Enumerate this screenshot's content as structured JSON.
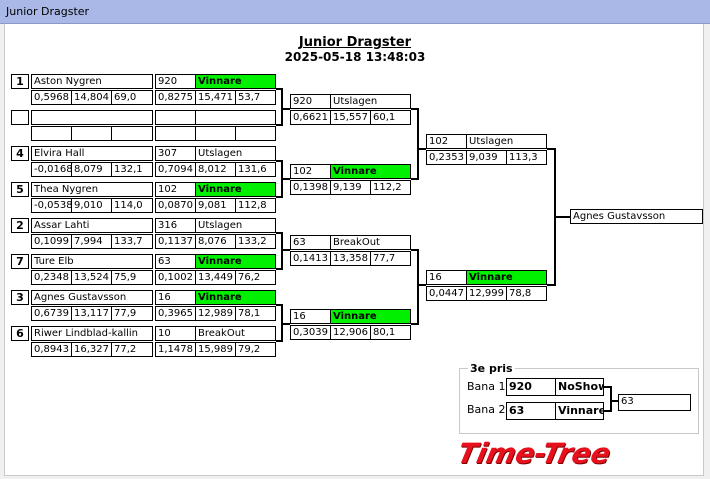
{
  "window": {
    "title": "Junior Dragster"
  },
  "event": {
    "title": "Junior Dragster",
    "datetime": "2025-05-18 13:48:03"
  },
  "round1": [
    {
      "seed": "1",
      "name": "Aston Nygren",
      "rt": "0,5968",
      "et": "14,804",
      "speed": "69,0",
      "bib": "920",
      "status": "Vinnare",
      "c1": "0,8275",
      "c2": "15,471",
      "c3": "53,7"
    },
    {
      "seed": "",
      "name": "",
      "rt": "",
      "et": "",
      "speed": "",
      "bib": "",
      "status": "",
      "c1": "",
      "c2": "",
      "c3": ""
    },
    {
      "seed": "4",
      "name": "Elvira Hall",
      "rt": "-0,0168",
      "et": "8,079",
      "speed": "132,1",
      "bib": "307",
      "status": "Utslagen",
      "c1": "0,7094",
      "c2": "8,012",
      "c3": "131,6"
    },
    {
      "seed": "5",
      "name": "Thea Nygren",
      "rt": "-0,0538",
      "et": "9,010",
      "speed": "114,0",
      "bib": "102",
      "status": "Vinnare",
      "c1": "0,0870",
      "c2": "9,081",
      "c3": "112,8"
    },
    {
      "seed": "2",
      "name": "Assar Lahti",
      "rt": "0,1099",
      "et": "7,994",
      "speed": "133,7",
      "bib": "316",
      "status": "Utslagen",
      "c1": "0,1137",
      "c2": "8,076",
      "c3": "133,2"
    },
    {
      "seed": "7",
      "name": "Ture Elb",
      "rt": "0,2348",
      "et": "13,524",
      "speed": "75,9",
      "bib": "63",
      "status": "Vinnare",
      "c1": "0,1002",
      "c2": "13,449",
      "c3": "76,2"
    },
    {
      "seed": "3",
      "name": "Agnes Gustavsson",
      "rt": "0,6739",
      "et": "13,117",
      "speed": "77,9",
      "bib": "16",
      "status": "Vinnare",
      "c1": "0,3965",
      "c2": "12,989",
      "c3": "78,1"
    },
    {
      "seed": "6",
      "name": "Riwer Lindblad-kallin",
      "rt": "0,8943",
      "et": "16,327",
      "speed": "77,2",
      "bib": "10",
      "status": "BreakOut",
      "c1": "1,1478",
      "c2": "15,989",
      "c3": "79,2"
    }
  ],
  "round2": [
    {
      "bib": "920",
      "status": "Utslagen",
      "c1": "0,6621",
      "c2": "15,557",
      "c3": "60,1"
    },
    {
      "bib": "102",
      "status": "Vinnare",
      "c1": "0,1398",
      "c2": "9,139",
      "c3": "112,2"
    },
    {
      "bib": "63",
      "status": "BreakOut",
      "c1": "0,1413",
      "c2": "13,358",
      "c3": "77,7"
    },
    {
      "bib": "16",
      "status": "Vinnare",
      "c1": "0,3039",
      "c2": "12,906",
      "c3": "80,1"
    }
  ],
  "round3": [
    {
      "bib": "102",
      "status": "Utslagen",
      "c1": "0,2353",
      "c2": "9,039",
      "c3": "113,3"
    },
    {
      "bib": "16",
      "status": "Vinnare",
      "c1": "0,0447",
      "c2": "12,999",
      "c3": "78,8"
    }
  ],
  "final": {
    "winner": "Agnes Gustavsson"
  },
  "third": {
    "title": "3e pris",
    "lane1_label": "Bana 1",
    "lane1_bib": "920",
    "lane1_status": "NoShow",
    "lane2_label": "Bana 2",
    "lane2_bib": "63",
    "lane2_status": "Vinnare",
    "result": "63"
  },
  "logo": {
    "text": "Time-Tree",
    "color": "#e8101c"
  },
  "colors": {
    "winner": "#00f000",
    "titlebar": "#a9b8e6"
  }
}
